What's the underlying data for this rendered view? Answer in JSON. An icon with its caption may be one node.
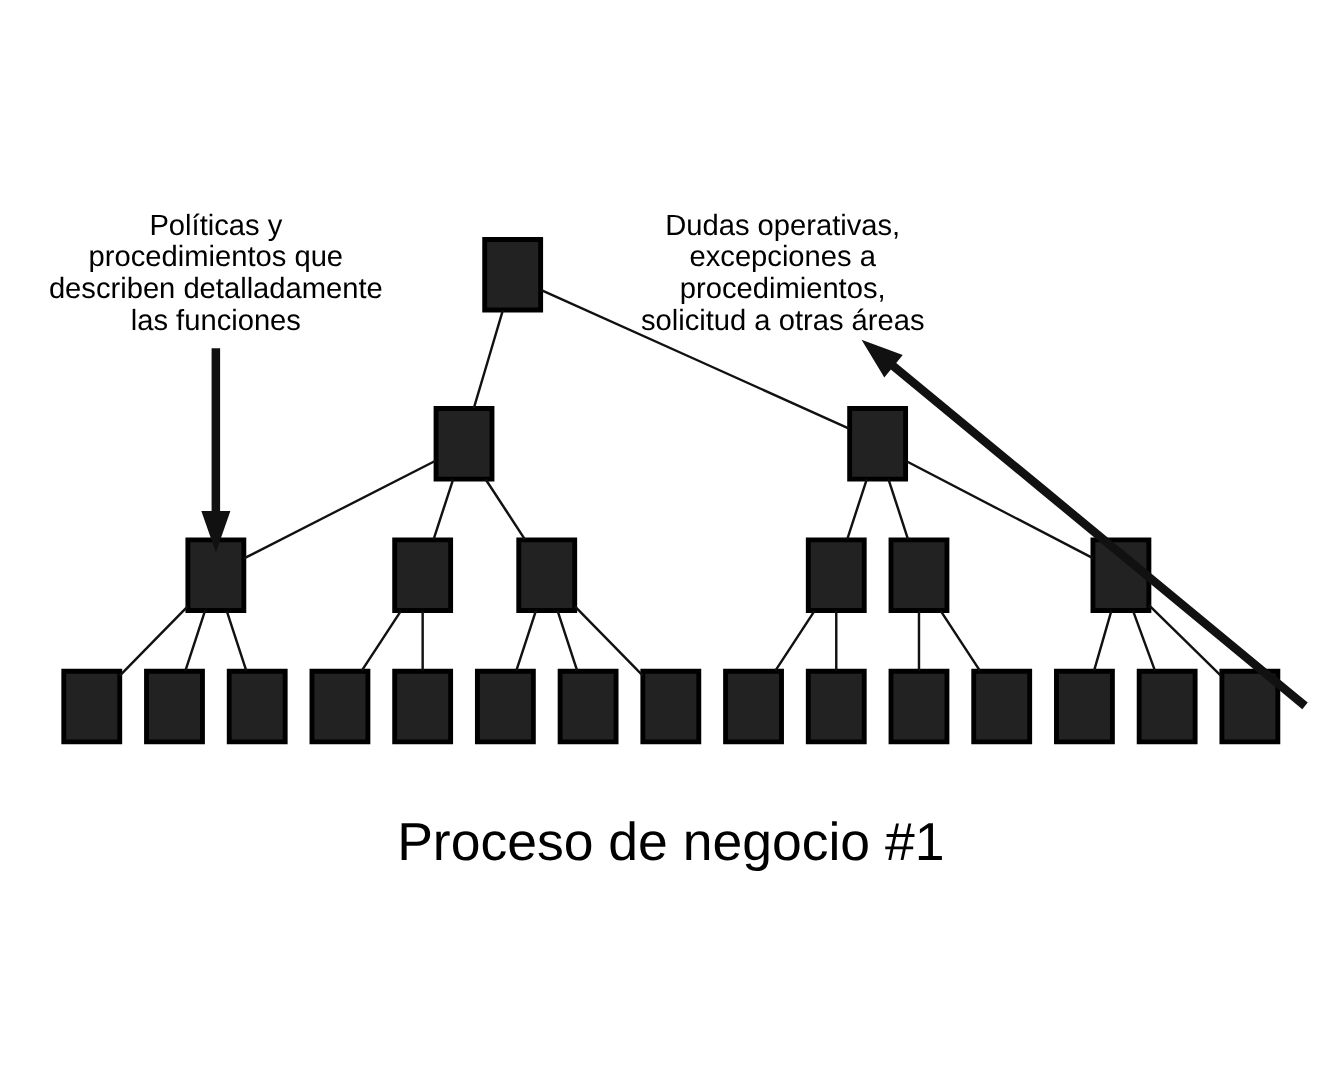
{
  "diagram": {
    "nodes": [
      {
        "text": [
          "Políticas y procedimientos que describen detalladamente las funciones"
        ]
      },
      {
        "text": [
          "Dudas operativas, excepciones a procedimientos, solicitud a otras áreas"
        ]
      },
      {
        "text": [],
        "shape": "box"
      },
      {
        "text": [],
        "shape": "box"
      },
      {
        "text": [],
        "shape": "box"
      },
      {
        "text": [],
        "shape": "box"
      },
      {
        "text": [],
        "shape": "box"
      },
      {
        "text": [],
        "shape": "box"
      },
      {
        "text": [],
        "shape": "box"
      },
      {
        "text": [],
        "shape": "box"
      },
      {
        "text": [],
        "shape": "box"
      },
      {
        "text": [],
        "shape": "box"
      },
      {
        "text": [],
        "shape": "box"
      },
      {
        "text": [],
        "shape": "box"
      },
      {
        "text": [],
        "shape": "box"
      },
      {
        "text": [],
        "shape": "box"
      },
      {
        "text": [],
        "shape": "box"
      },
      {
        "text": [],
        "shape": "box"
      },
      {
        "text": [],
        "shape": "box"
      },
      {
        "text": [],
        "shape": "box"
      },
      {
        "text": [],
        "shape": "box"
      },
      {
        "text": [],
        "shape": "box"
      },
      {
        "text": [],
        "shape": "box"
      },
      {
        "text": [],
        "shape": "box"
      },
      {
        "text": [],
        "shape": "box"
      },
      {
        "text": [],
        "shape": "box"
      }
    ],
    "edges": [
      {
        "from": 2,
        "to": 3,
        "arrow": "none"
      },
      {
        "from": 2,
        "to": 4,
        "arrow": "none"
      },
      {
        "from": 3,
        "to": 5,
        "arrow": "none"
      },
      {
        "from": 3,
        "to": 6,
        "arrow": "none"
      },
      {
        "from": 3,
        "to": 7,
        "arrow": "none"
      },
      {
        "from": 4,
        "to": 8,
        "arrow": "none"
      },
      {
        "from": 4,
        "to": 9,
        "arrow": "none"
      },
      {
        "from": 4,
        "to": 10,
        "arrow": "none"
      },
      {
        "from": 5,
        "to": 11,
        "arrow": "none"
      },
      {
        "from": 5,
        "to": 12,
        "arrow": "none"
      },
      {
        "from": 5,
        "to": 13,
        "arrow": "none"
      },
      {
        "from": 6,
        "to": 14,
        "arrow": "none"
      },
      {
        "from": 6,
        "to": 15,
        "arrow": "none"
      },
      {
        "from": 7,
        "to": 16,
        "arrow": "none"
      },
      {
        "from": 7,
        "to": 17,
        "arrow": "none"
      },
      {
        "from": 7,
        "to": 18,
        "arrow": "none"
      },
      {
        "from": 8,
        "to": 19,
        "arrow": "none"
      },
      {
        "from": 8,
        "to": 20,
        "arrow": "none"
      },
      {
        "from": 9,
        "to": 21,
        "arrow": "none"
      },
      {
        "from": 9,
        "to": 22,
        "arrow": "none"
      },
      {
        "from": 10,
        "to": 23,
        "arrow": "none"
      },
      {
        "from": 10,
        "to": 24,
        "arrow": "none"
      },
      {
        "from": 10,
        "to": 25,
        "arrow": "none"
      },
      {
        "from": 0,
        "to": 5,
        "arrow": "to",
        "style": "thick"
      },
      {
        "from": null,
        "to": 1,
        "arrow": "to",
        "style": "thick"
      }
    ],
    "labels": [
      "Proceso de negocio #1"
    ]
  }
}
